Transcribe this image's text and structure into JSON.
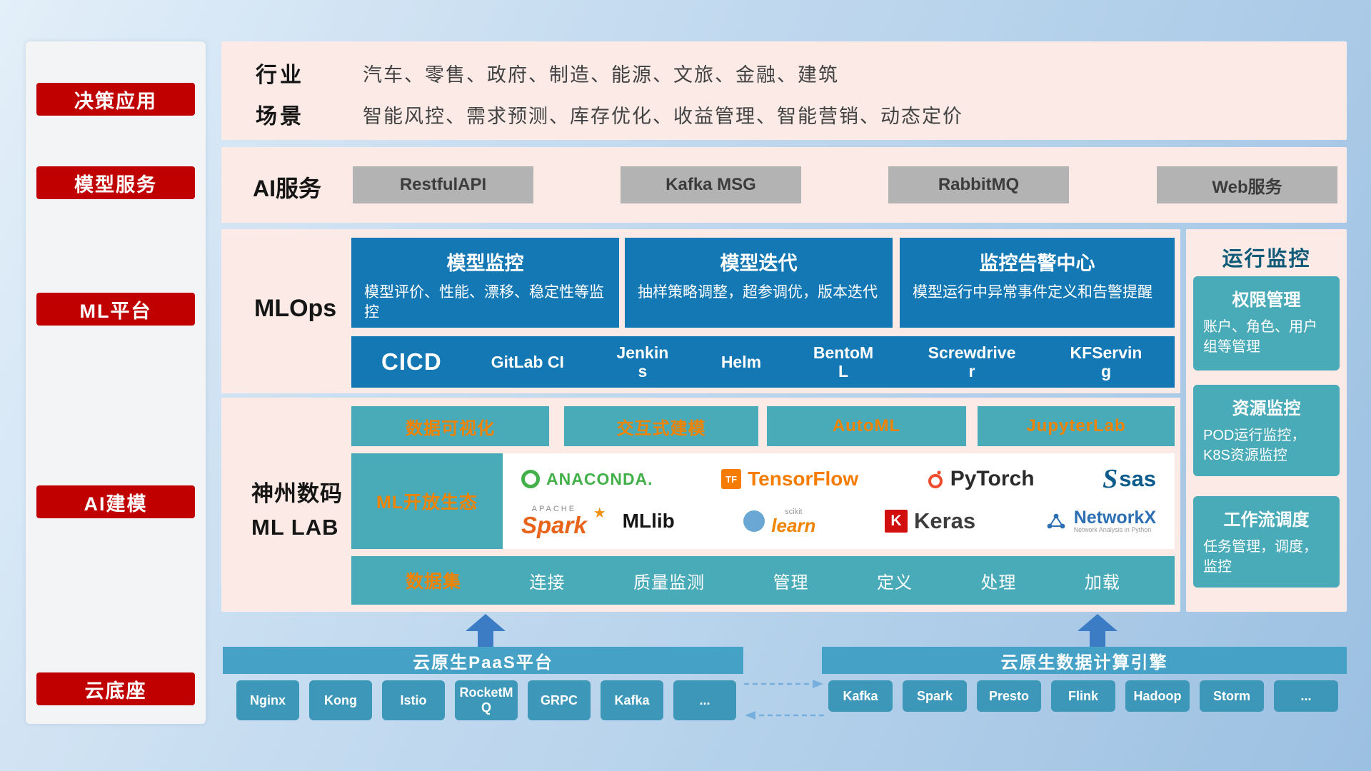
{
  "colors": {
    "sidebar_red": "#c00000",
    "panel_pink": "#fbeae5",
    "primary_blue": "#1478b4",
    "teal": "#49aab8",
    "accent_orange": "#f08300",
    "cloud_bar_blue": "#45a2c6",
    "gray_button": "#b3b3b3"
  },
  "sidebar": {
    "items": [
      {
        "label": "决策应用"
      },
      {
        "label": "模型服务"
      },
      {
        "label": "ML平台"
      },
      {
        "label": "AI建模"
      },
      {
        "label": "云底座"
      }
    ]
  },
  "industry": {
    "rows": [
      {
        "label": "行业",
        "text": "汽车、零售、政府、制造、能源、文旅、金融、建筑"
      },
      {
        "label": "场景",
        "text": "智能风控、需求预测、库存优化、收益管理、智能营销、动态定价"
      }
    ]
  },
  "ai_service": {
    "label": "AI服务",
    "services": [
      "RestfulAPI",
      "Kafka MSG",
      "RabbitMQ",
      "Web服务"
    ]
  },
  "mlops": {
    "label": "MLOps",
    "cards": [
      {
        "title": "模型监控",
        "desc": "模型评价、性能、漂移、稳定性等监控"
      },
      {
        "title": "模型迭代",
        "desc": "抽样策略调整，超参调优，版本迭代"
      },
      {
        "title": "监控告警中心",
        "desc": "模型运行中异常事件定义和告警提醒"
      }
    ],
    "cicd_label": "CICD",
    "tools": [
      "GitLab CI",
      "Jenkins",
      "Helm",
      "BentoML",
      "Screwdriver",
      "KFServing"
    ]
  },
  "mllab": {
    "label_line1": "神州数码",
    "label_line2": "ML LAB",
    "tools": [
      "数据可视化",
      "交互式建模",
      "AutoML",
      "JupyterLab"
    ],
    "eco_label": "ML开放生态",
    "logos": {
      "anaconda": "ANACONDA.",
      "tensorflow": "TensorFlow",
      "pytorch": "PyTorch",
      "sas": "sas",
      "spark_small": "APACHE",
      "spark": "Spark",
      "spark_star": "★",
      "mllib": "MLlib",
      "sklearn_small": "scikit",
      "sklearn": "learn",
      "keras_letter": "K",
      "keras": "Keras",
      "networkx": "NetworkX",
      "networkx_sub": "Network Analysis in Python",
      "tf_tile": "TF"
    },
    "dataset": {
      "label": "数据集",
      "items": [
        "连接",
        "质量监测",
        "管理",
        "定义",
        "处理",
        "加载"
      ]
    }
  },
  "monitoring": {
    "title": "运行监控",
    "cards": [
      {
        "title": "权限管理",
        "desc": "账户、角色、用户组等管理"
      },
      {
        "title": "资源监控",
        "desc": "POD运行监控，K8S资源监控"
      },
      {
        "title": "工作流调度",
        "desc": "任务管理，调度，监控"
      }
    ]
  },
  "cloud": {
    "paas": {
      "title": "云原生PaaS平台",
      "items": [
        "Nginx",
        "Kong",
        "Istio",
        "RocketMQ",
        "GRPC",
        "Kafka",
        "..."
      ]
    },
    "engine": {
      "title": "云原生数据计算引擎",
      "items": [
        "Kafka",
        "Spark",
        "Presto",
        "Flink",
        "Hadoop",
        "Storm",
        "..."
      ]
    }
  }
}
